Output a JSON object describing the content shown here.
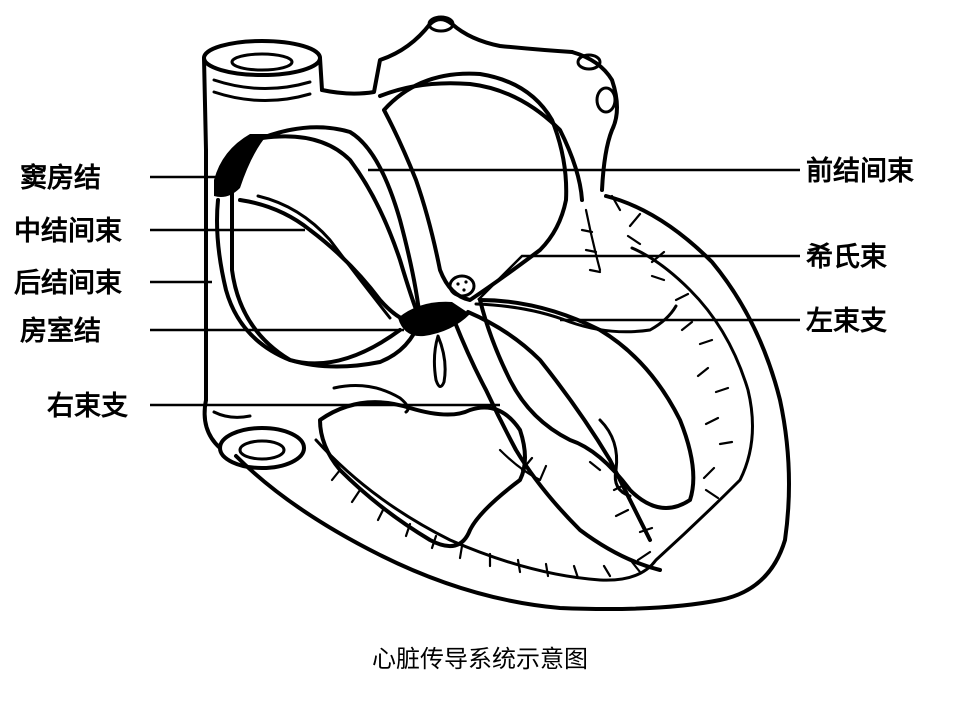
{
  "labels": {
    "sinoatrial_node": "窦房结",
    "middle_internodal_tract": "中结间束",
    "posterior_internodal_tract": "后结间束",
    "atrioventricular_node": "房室结",
    "right_bundle_branch": "右束支",
    "anterior_internodal_tract": "前结间束",
    "bundle_of_his": "希氏束",
    "left_bundle_branch": "左束支"
  },
  "caption": "心脏传导系统示意图",
  "colors": {
    "ink": "#000000",
    "background": "#ffffff"
  }
}
